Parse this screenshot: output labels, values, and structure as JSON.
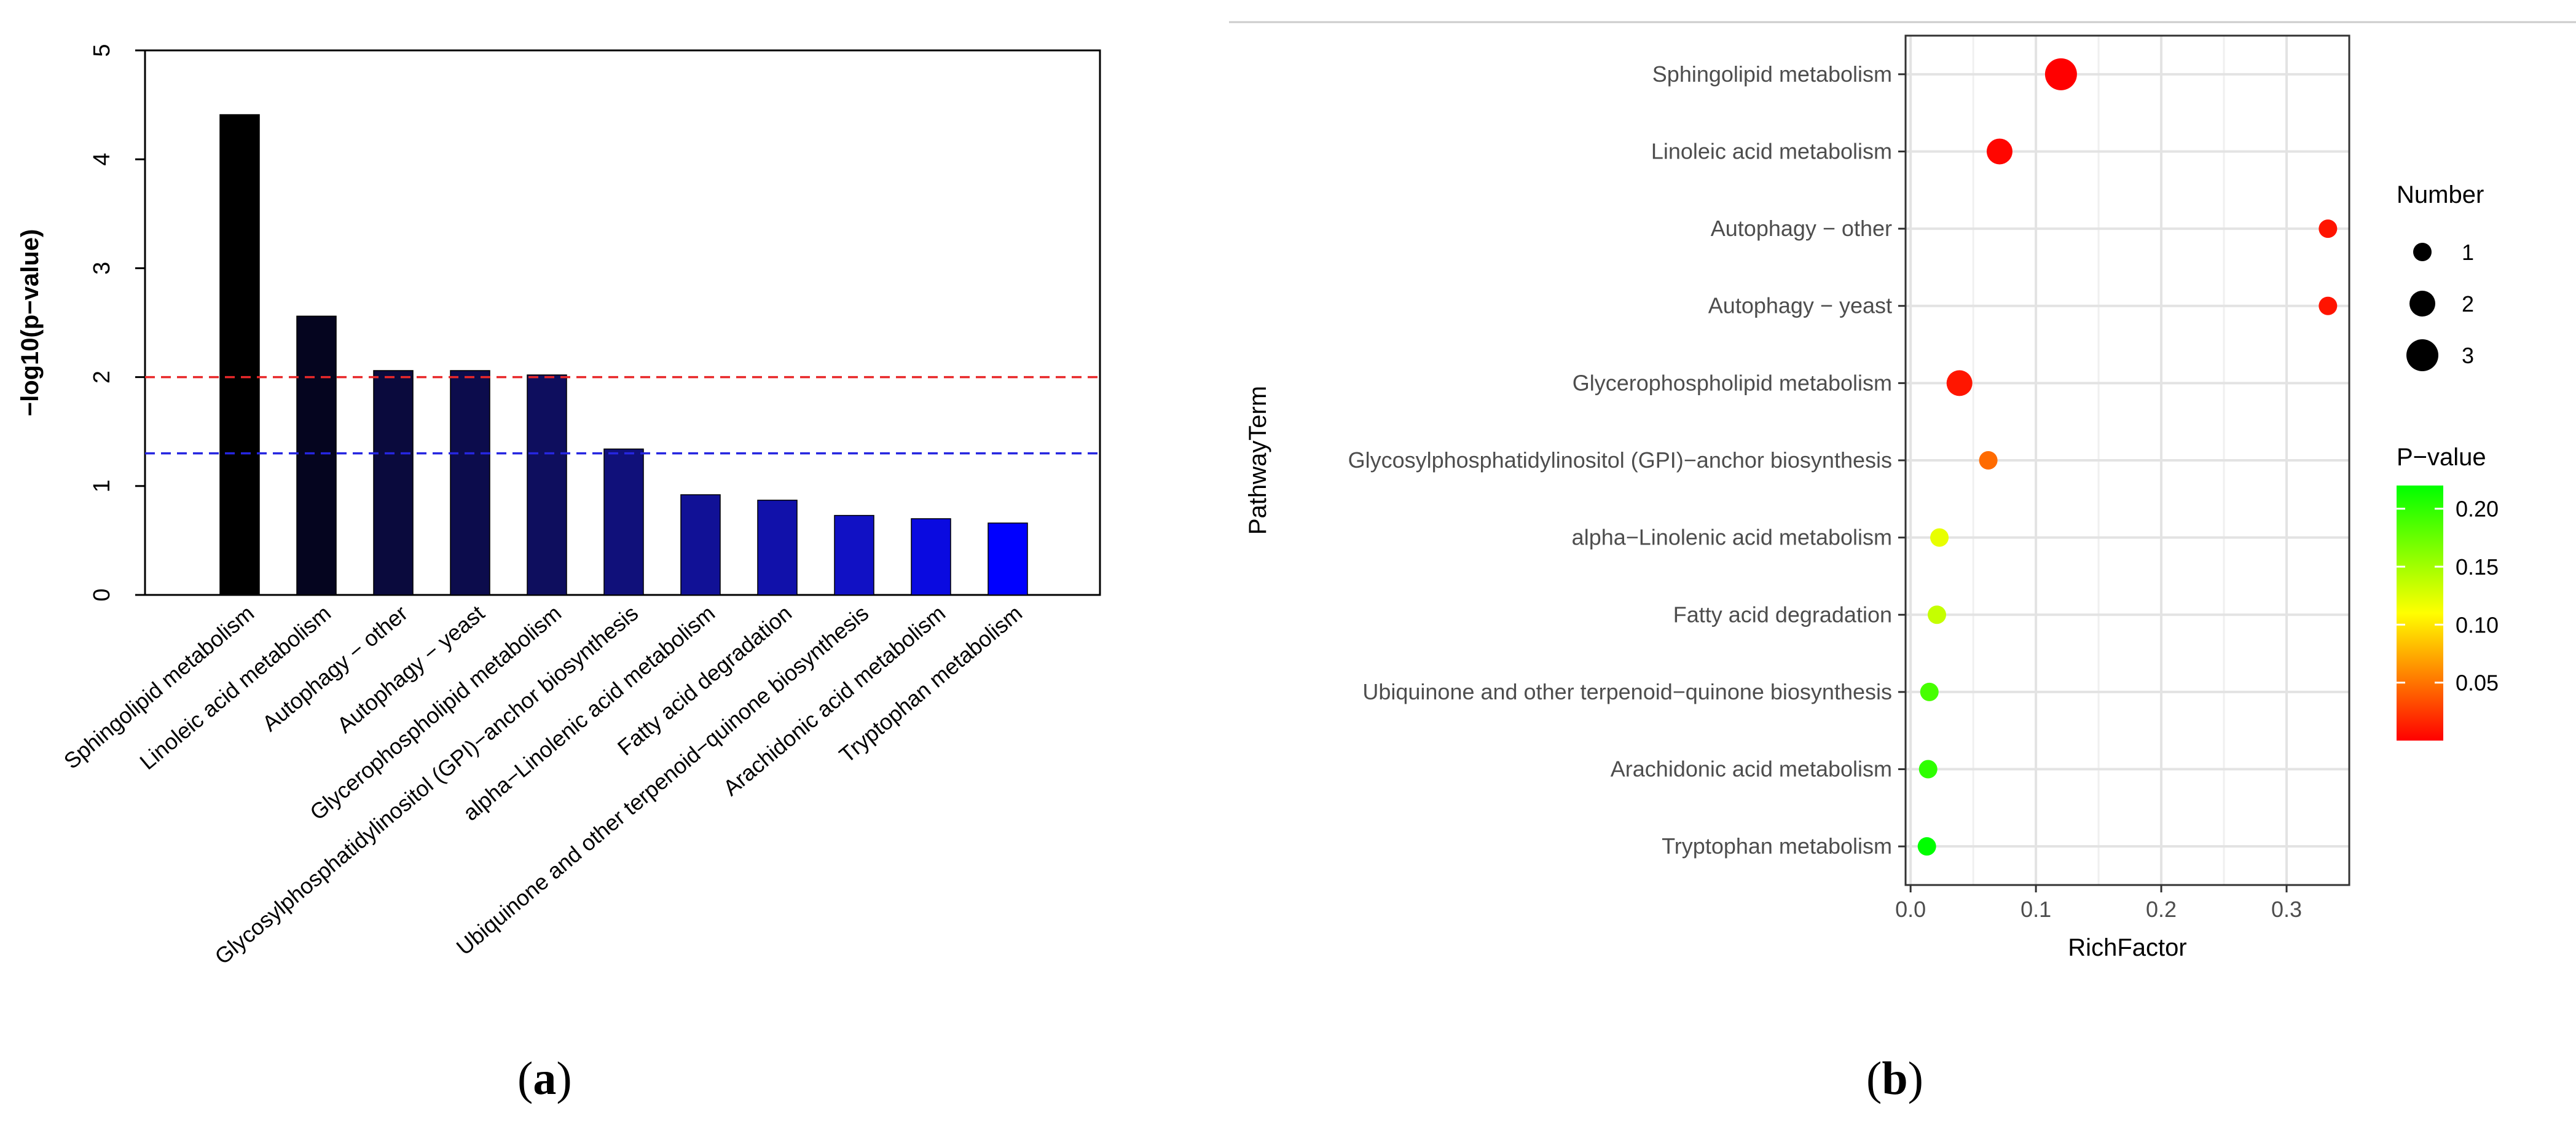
{
  "chart_data": [
    {
      "type": "bar",
      "title": "",
      "xlabel": "",
      "ylabel": "−log10(p−value)",
      "ylim": [
        0,
        5
      ],
      "yticks": [
        "0",
        "1",
        "2",
        "3",
        "4",
        "5"
      ],
      "grid": false,
      "categories": [
        "Sphingolipid metabolism",
        "Linoleic acid metabolism",
        "Autophagy − other",
        "Autophagy − yeast",
        "Glycerophospholipid metabolism",
        "Glycosylphosphatidylinositol (GPI)−anchor biosynthesis",
        "alpha−Linolenic acid metabolism",
        "Fatty acid degradation",
        "Ubiquinone and other terpenoid−quinone biosynthesis",
        "Arachidonic acid metabolism",
        "Tryptophan metabolism"
      ],
      "values": [
        4.41,
        2.56,
        2.06,
        2.06,
        2.02,
        1.34,
        0.92,
        0.87,
        0.73,
        0.7,
        0.66
      ],
      "bar_colors": [
        "#000000",
        "#05051f",
        "#0a0a3d",
        "#0c0c4c",
        "#0e0e5e",
        "#10107a",
        "#111196",
        "#1111aa",
        "#1111c4",
        "#0a0ae0",
        "#0000ff"
      ],
      "reference_lines": [
        {
          "y": 2.0,
          "color": "#e8282a",
          "style": "dashed"
        },
        {
          "y": 1.3,
          "color": "#2626e0",
          "style": "dashed"
        }
      ]
    },
    {
      "type": "scatter",
      "title": "",
      "xlabel": "RichFactor",
      "ylabel": "PathwayTerm",
      "xlim": [
        -0.004,
        0.35
      ],
      "xticks": [
        "0.0",
        "0.1",
        "0.2",
        "0.3"
      ],
      "grid": true,
      "legend_position": "right",
      "size_legend": {
        "title": "Number",
        "entries": [
          "1",
          "2",
          "3"
        ]
      },
      "color_legend": {
        "title": "P−value",
        "ticks": [
          "0.20",
          "0.15",
          "0.10",
          "0.05"
        ],
        "low_color": "#ff0000",
        "high_color": "#00ff00",
        "range": [
          0.0,
          0.22
        ]
      },
      "points": [
        {
          "term": "Sphingolipid metabolism",
          "rich_factor": 0.12,
          "number": 3,
          "p_value": 4e-05
        },
        {
          "term": "Linoleic acid metabolism",
          "rich_factor": 0.071,
          "number": 2,
          "p_value": 0.0028
        },
        {
          "term": "Autophagy − other",
          "rich_factor": 0.333,
          "number": 1,
          "p_value": 0.0087
        },
        {
          "term": "Autophagy − yeast",
          "rich_factor": 0.333,
          "number": 1,
          "p_value": 0.0087
        },
        {
          "term": "Glycerophospholipid metabolism",
          "rich_factor": 0.039,
          "number": 2,
          "p_value": 0.0095
        },
        {
          "term": "Glycosylphosphatidylinositol (GPI)−anchor biosynthesis",
          "rich_factor": 0.062,
          "number": 1,
          "p_value": 0.046
        },
        {
          "term": "alpha−Linolenic acid metabolism",
          "rich_factor": 0.023,
          "number": 1,
          "p_value": 0.12
        },
        {
          "term": "Fatty acid degradation",
          "rich_factor": 0.021,
          "number": 1,
          "p_value": 0.135
        },
        {
          "term": "Ubiquinone and other terpenoid−quinone biosynthesis",
          "rich_factor": 0.015,
          "number": 1,
          "p_value": 0.19
        },
        {
          "term": "Arachidonic acid metabolism",
          "rich_factor": 0.014,
          "number": 1,
          "p_value": 0.2
        },
        {
          "term": "Tryptophan metabolism",
          "rich_factor": 0.013,
          "number": 1,
          "p_value": 0.22
        }
      ]
    }
  ],
  "panel_labels": {
    "a": "(a)",
    "a_letter": "a",
    "b": "(b)",
    "b_letter": "b"
  }
}
